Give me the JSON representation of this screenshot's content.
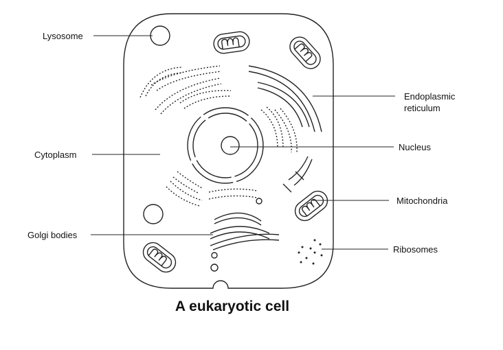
{
  "diagram": {
    "title": "A eukaryotic cell",
    "labels": {
      "lysosome": "Lysosome",
      "cytoplasm": "Cytoplasm",
      "golgi": "Golgi bodies",
      "er_line1": "Endoplasmic",
      "er_line2": "reticulum",
      "nucleus": "Nucleus",
      "mitochondria": "Mitochondria",
      "ribosomes": "Ribosomes"
    }
  }
}
